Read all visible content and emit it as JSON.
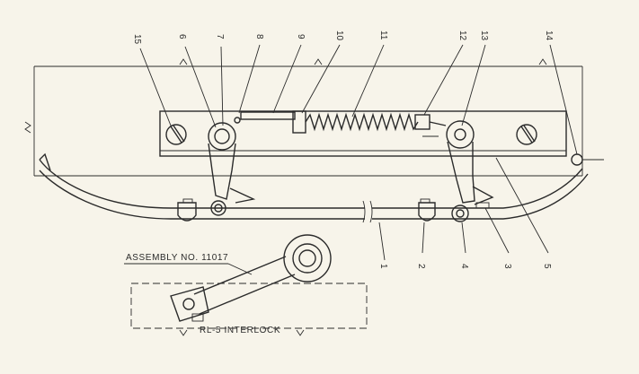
{
  "callouts": {
    "c1": "1",
    "c2": "2",
    "c3": "3",
    "c4": "4",
    "c5": "5",
    "c6": "6",
    "c7": "7",
    "c8": "8",
    "c9": "9",
    "c10": "10",
    "c11": "11",
    "c12": "12",
    "c13": "13",
    "c14": "14",
    "c15": "15"
  },
  "labels": {
    "assembly": "ASSEMBLY NO. 11017",
    "interlock": "RL-5 INTERLOCK"
  },
  "colors": {
    "paper": "#f7f4ea",
    "ink": "#2b2b2b"
  }
}
